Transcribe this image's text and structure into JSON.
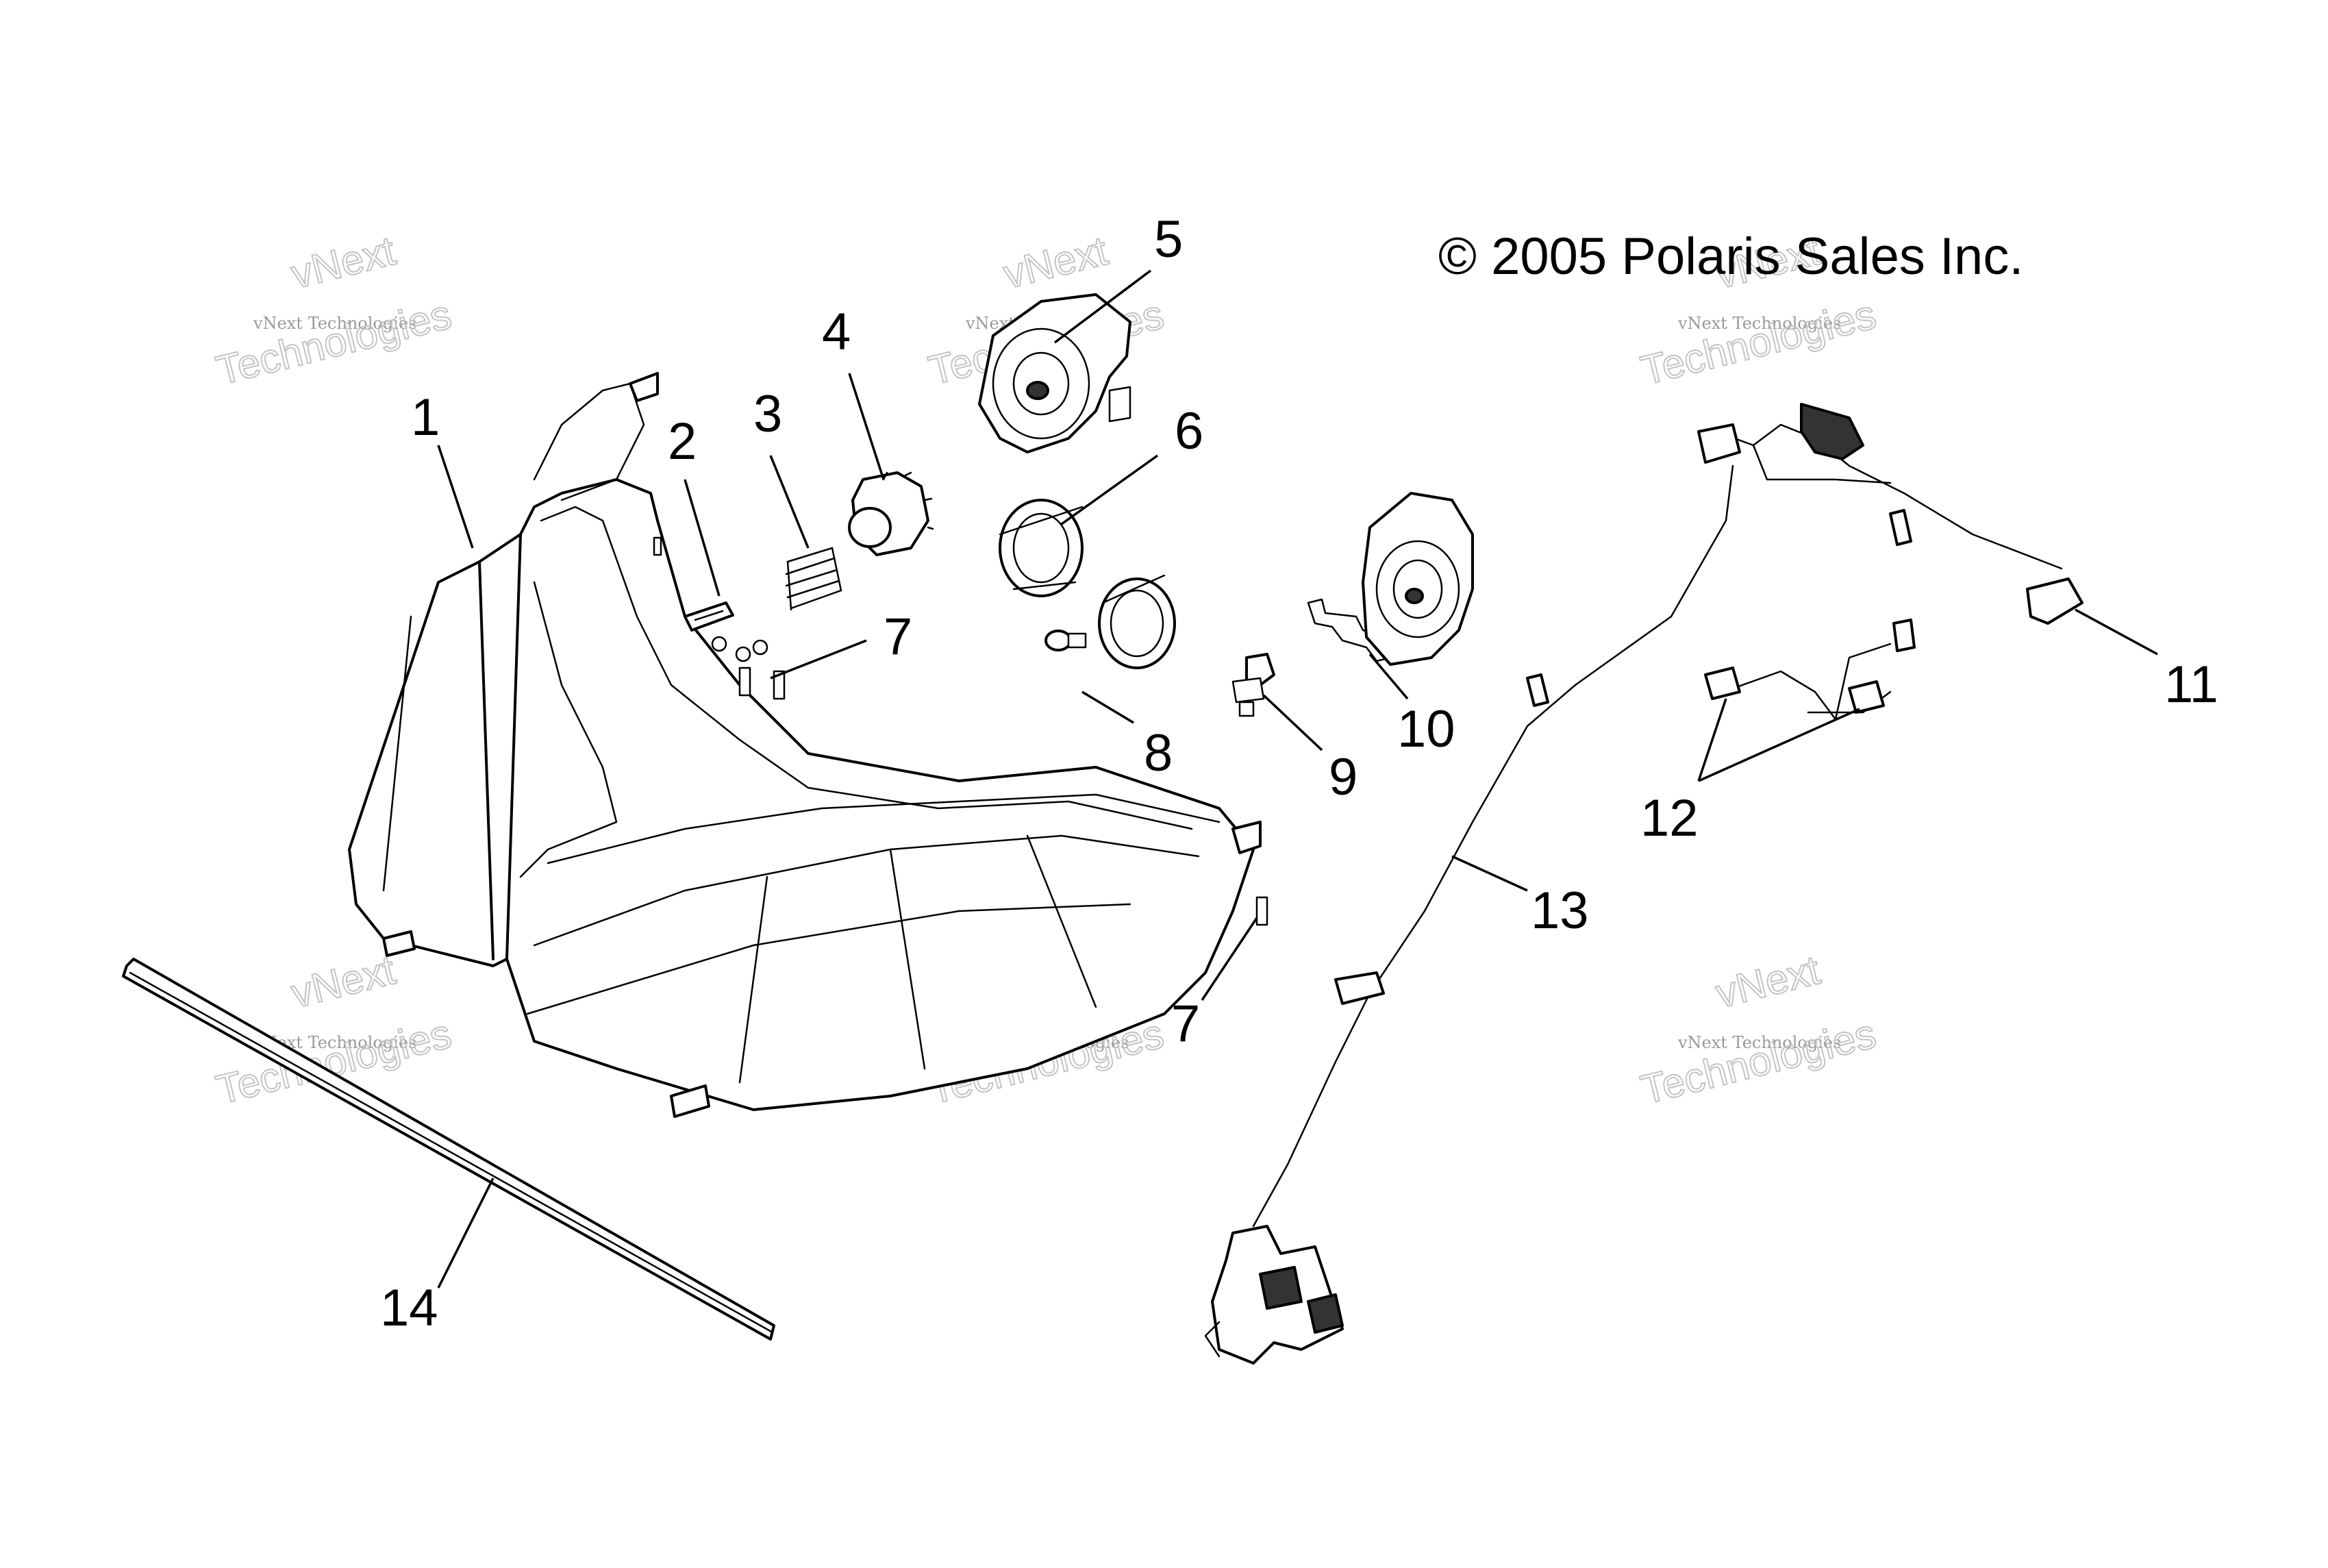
{
  "copyright": "© 2005 Polaris Sales Inc.",
  "part_numbers": [
    "1",
    "2",
    "3",
    "4",
    "5",
    "6",
    "7",
    "7",
    "8",
    "9",
    "10",
    "11",
    "12",
    "13",
    "14"
  ],
  "watermark": {
    "line1": "vNext Technologies",
    "overlay_top": "vNext",
    "overlay_bottom": "Technologies"
  },
  "colors": {
    "line": "#000000",
    "background": "#ffffff",
    "watermark": "#c4c4c4"
  }
}
